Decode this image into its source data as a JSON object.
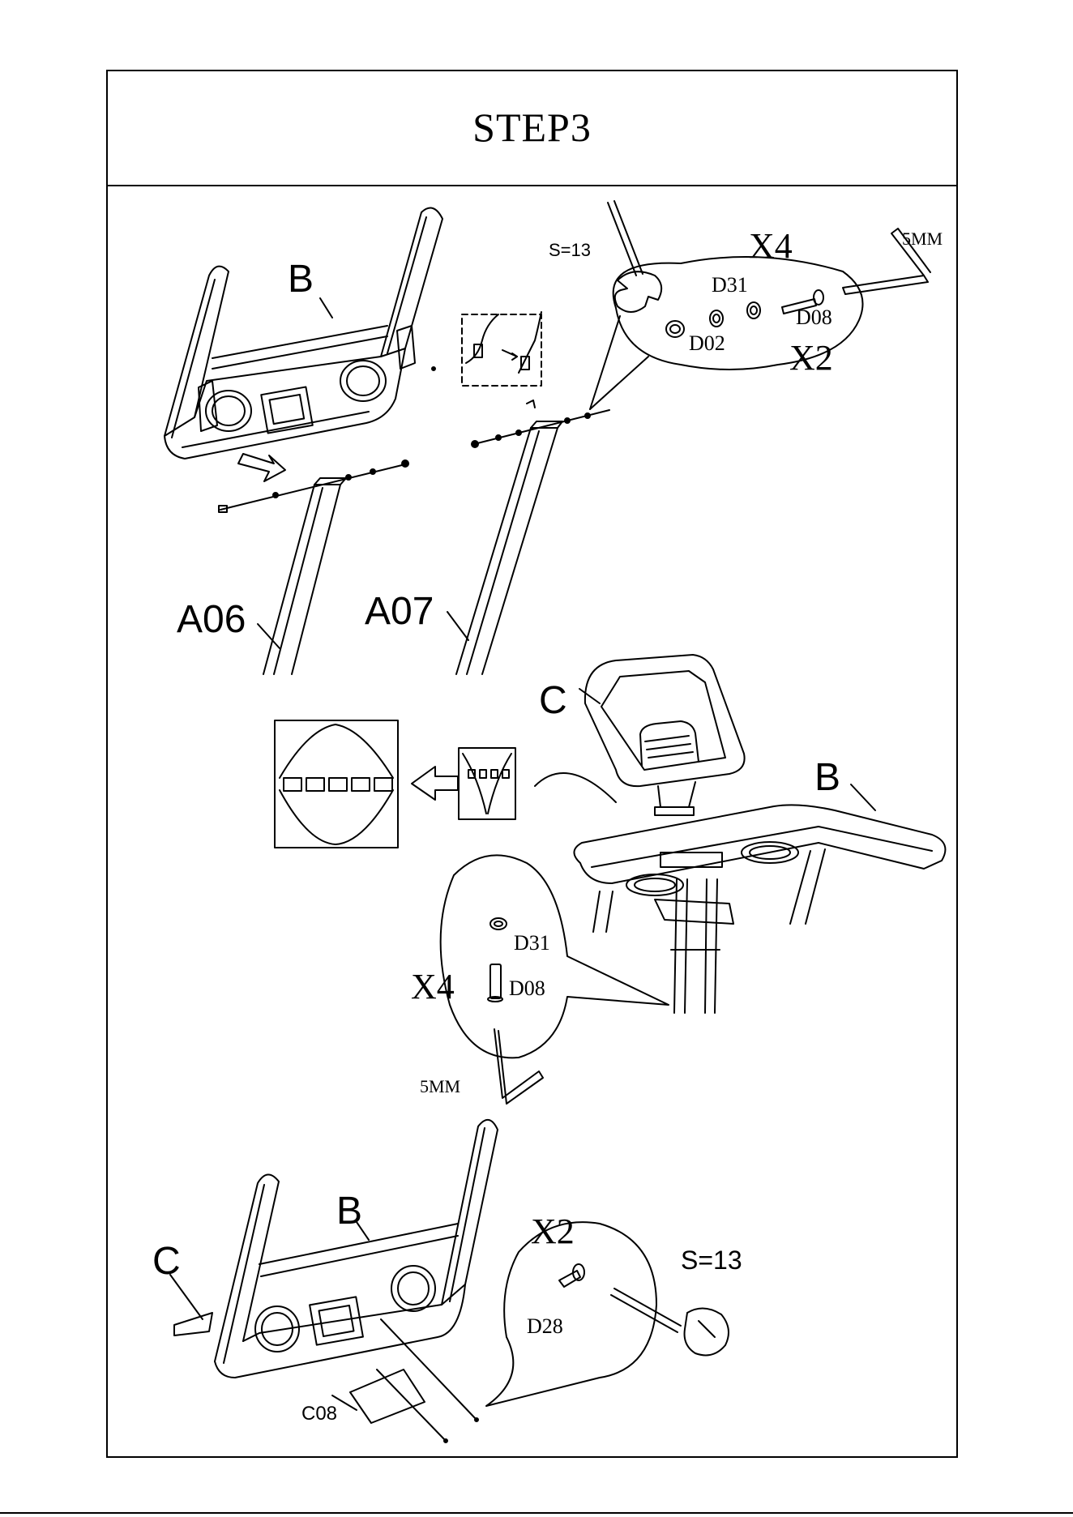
{
  "page": {
    "title": "STEP3"
  },
  "top_diagram": {
    "frame_label": "B",
    "left_upright_label": "A06",
    "right_upright_label": "A07",
    "callout": {
      "wrench_label": "S=13",
      "qty_top": "X4",
      "qty_bottom": "X2",
      "allen_key_label": "5MM",
      "parts": [
        "D31",
        "D08",
        "D02"
      ]
    }
  },
  "middle_diagram": {
    "console_label": "C",
    "frame_label": "B",
    "callout": {
      "qty": "X4",
      "parts": [
        "D31",
        "D08"
      ],
      "allen_key_label": "5MM"
    }
  },
  "bottom_diagram": {
    "console_label": "C",
    "frame_label": "B",
    "cover_label": "C08",
    "callout": {
      "qty": "X2",
      "part": "D28",
      "wrench_label": "S=13"
    }
  }
}
